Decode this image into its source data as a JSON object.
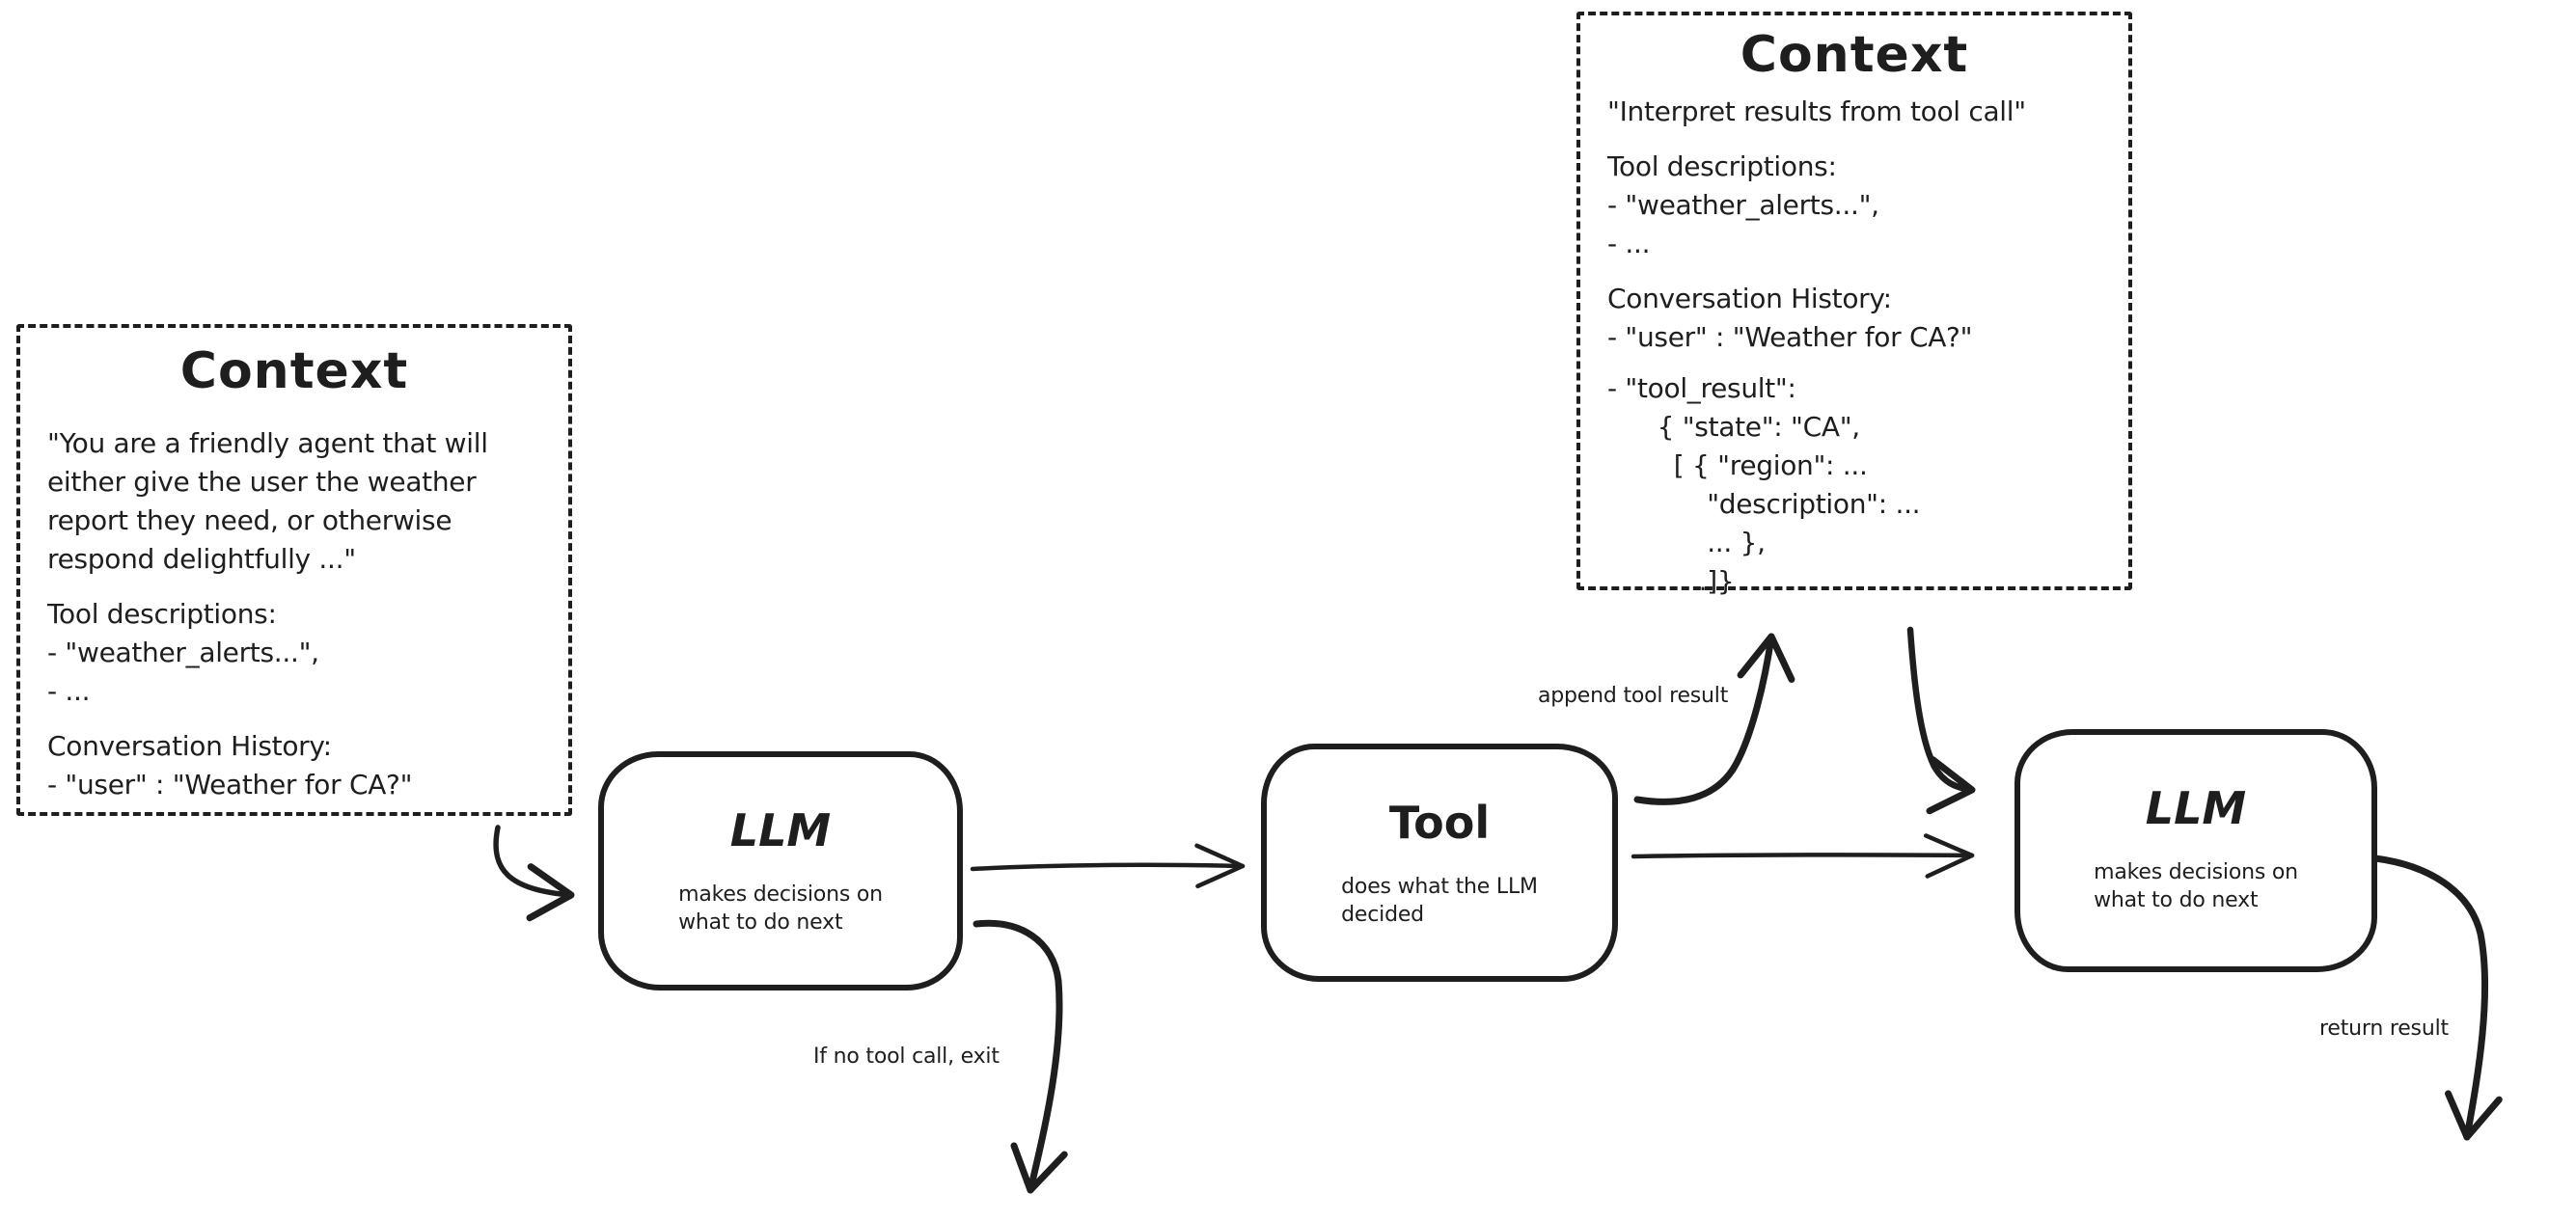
{
  "diagram": {
    "background": "#ffffff",
    "ink": "#1e1e1e",
    "description": "hand-drawn agent loop: context -> LLM -> Tool -> context -> LLM"
  },
  "context_left": {
    "title": "Context",
    "system_prompt": "\"You are a friendly agent that will\neither give the user the weather\nreport they need, or otherwise\nrespond delightfully ...\"",
    "tool_descriptions_heading": "Tool descriptions:",
    "tool_descriptions": [
      "- \"weather_alerts...\",",
      "- ..."
    ],
    "conversation_heading": "Conversation History:",
    "conversation": [
      "- \"user\" : \"Weather for CA?\""
    ]
  },
  "context_top": {
    "title": "Context",
    "instruction": "\"Interpret results from tool call\"",
    "tool_descriptions_heading": "Tool descriptions:",
    "tool_descriptions": [
      "- \"weather_alerts...\",",
      "- ..."
    ],
    "conversation_heading": "Conversation History:",
    "conversation": [
      "- \"user\" : \"Weather for CA?\"",
      "- \"tool_result\":",
      "      { \"state\": \"CA\",",
      "        [ { \"region\": ...",
      "            \"description\": ...",
      "            ... },",
      "         ...]}"
    ]
  },
  "nodes": {
    "llm_first": {
      "title": "LLM",
      "subtitle": "makes decisions on\nwhat to do next"
    },
    "tool": {
      "title": "Tool",
      "subtitle": "does what the LLM\ndecided"
    },
    "llm_second": {
      "title": "LLM",
      "subtitle": "makes decisions on\nwhat to do next"
    }
  },
  "edge_labels": {
    "append_tool_result": "append tool result",
    "no_tool_call_exit": "If no tool call, exit",
    "return_result": "return result"
  }
}
